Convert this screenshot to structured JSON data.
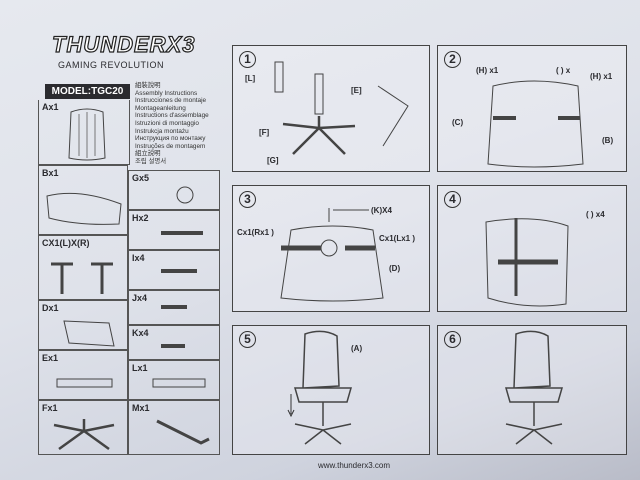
{
  "brand": {
    "name": "THUNDERX3",
    "tagline": "GAMING REVOLUTION"
  },
  "model": "MODEL:TGC20",
  "instructions": [
    "組裝說明",
    "Assembly Instructions",
    "Instrucciones de montaje",
    "Montageanleitung",
    "Instructions d'assemblage",
    "Istruzioni di montaggio",
    "Instrukcja montażu",
    "Инструкция по монтажу",
    "Instruções de montagem",
    "組立説明",
    "조립 설명서"
  ],
  "parts_left": [
    "Ax1",
    "Bx1",
    "CX1(L)X(R)",
    "Dx1",
    "Ex1",
    "Fx1"
  ],
  "parts_right": [
    "Gx5",
    "Hx2",
    "Ix4",
    "Jx4",
    "Kx4",
    "Lx1",
    "Mx1"
  ],
  "steps": [
    {
      "number": "1",
      "labels": [
        "[L]",
        "[E]",
        "[F]",
        "[G]"
      ]
    },
    {
      "number": "2",
      "labels": [
        "(H) x1",
        "( ) x",
        "(H) x1",
        "(C)",
        "(B)"
      ]
    },
    {
      "number": "3",
      "labels": [
        "(K)X4",
        "Cx1(Rx1 )",
        "Cx1(Lx1 )",
        "(D)"
      ]
    },
    {
      "number": "4",
      "labels": [
        "( ) x4"
      ]
    },
    {
      "number": "5",
      "labels": [
        "(A)"
      ]
    },
    {
      "number": "6",
      "labels": []
    }
  ],
  "footer_url": "www.thunderx3.com"
}
